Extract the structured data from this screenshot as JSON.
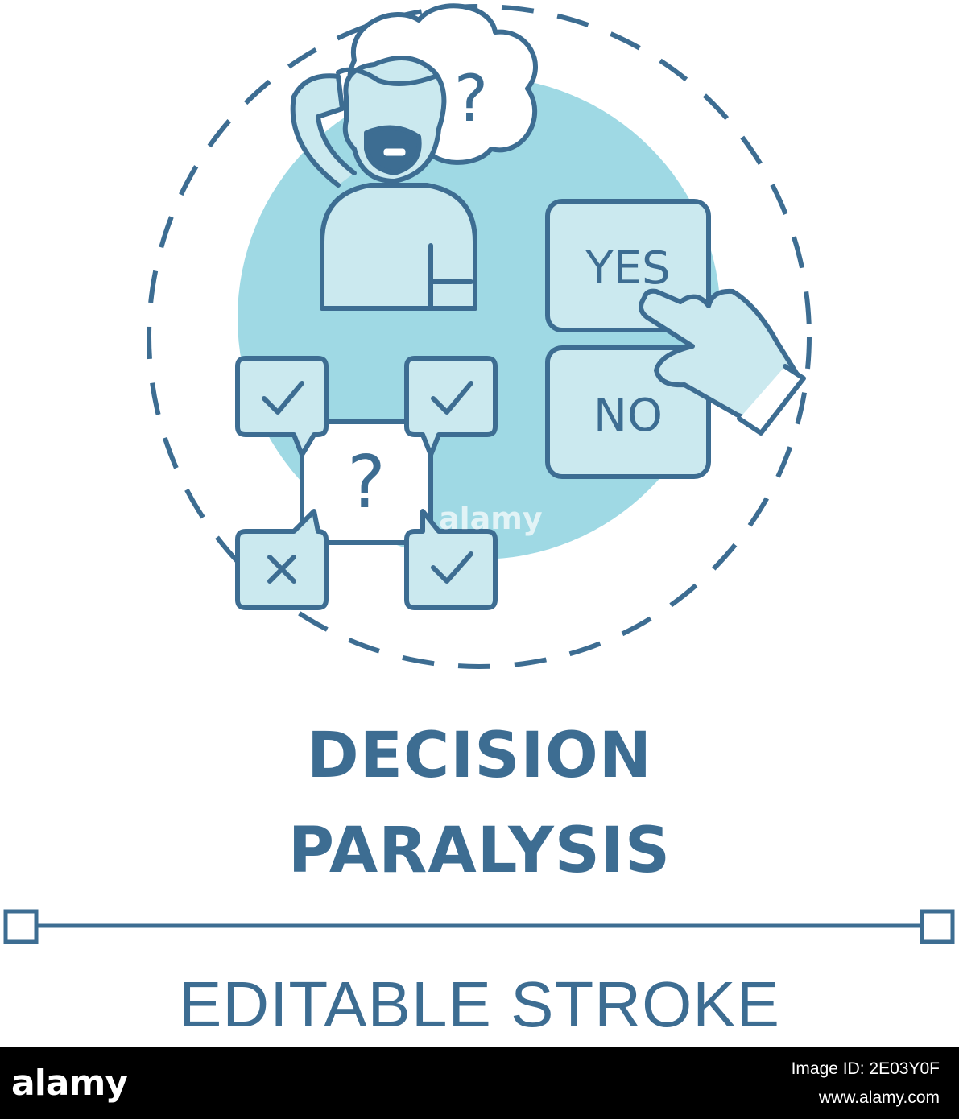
{
  "colors": {
    "stroke": "#3d6d92",
    "fill_light": "#cbe9ef",
    "fill_mid": "#9fd9e4",
    "background": "#ffffff"
  },
  "icons": [
    "dashed-circle-frame",
    "confused-person-icon",
    "thought-cloud-icon",
    "yes-no-buttons-icon",
    "pointing-hand-icon",
    "checklist-options-icon"
  ],
  "illustration": {
    "thought_mark": "?",
    "center_mark": "?",
    "yes_label": "YES",
    "no_label": "NO"
  },
  "title_lines": [
    "DECISION",
    "PARALYSIS"
  ],
  "caption": "EDITABLE STROKE",
  "watermark": "alamy",
  "footer": {
    "logo": "alamy",
    "image_id": "Image ID: 2E03Y0F",
    "site": "www.alamy.com"
  }
}
